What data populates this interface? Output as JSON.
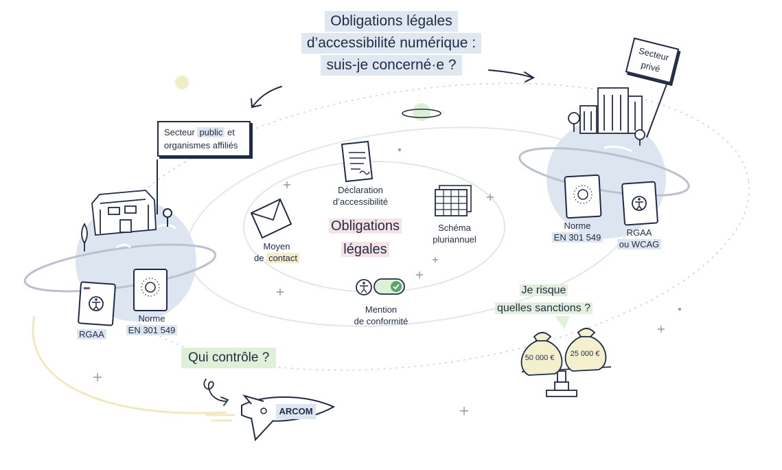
{
  "title": {
    "line1": "Obligations légales",
    "line2": "d’accessibilité numérique :",
    "line3": "suis-je concerné·e ?"
  },
  "public_sector": {
    "flag_part1": "Secteur",
    "flag_highlight": "public",
    "flag_part2": "et",
    "flag_line2": "organismes affiliés",
    "doc1": "RGAA",
    "doc2_line1": "Norme",
    "doc2_line2": "EN 301 549"
  },
  "private_sector": {
    "flag_line1": "Secteur",
    "flag_line2": "privé",
    "doc1_line1": "Norme",
    "doc1_line2": "EN 301 549",
    "doc2_line1": "RGAA",
    "doc2_line2": "ou WCAG"
  },
  "center": {
    "title_line1": "Obligations",
    "title_line2": "légales",
    "declaration_line1": "Déclaration",
    "declaration_line2": "d’accessibilité",
    "contact_line1": "Moyen",
    "contact_prefix": "de",
    "contact_highlight": "contact",
    "schema_line1": "Schéma",
    "schema_line2": "pluriannuel",
    "mention_line1": "Mention",
    "mention_line2": "de conformité"
  },
  "control": {
    "question": "Qui contrôle ?",
    "rocket_label": "ARCOM"
  },
  "sanctions": {
    "question_line1": "Je risque",
    "question_line2": "quelles sanctions ?",
    "amount_left": "50 000 €",
    "amount_right": "25 000 €"
  },
  "colors": {
    "ink": "#1f2a44",
    "highlight_blue": "#dde6f0",
    "highlight_yellow": "#f3edc9",
    "highlight_pink": "#f5e3e6",
    "highlight_green": "#e1f0dc",
    "planet": "#dde6f0",
    "orbit": "#d6dbe3"
  }
}
